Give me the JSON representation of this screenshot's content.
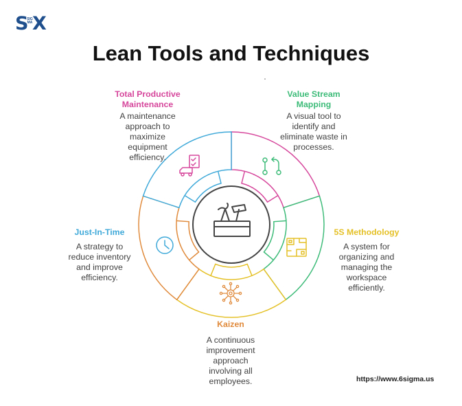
{
  "logo": {
    "s": "S",
    "sigma": "SIGMA",
    "x": "X"
  },
  "title": "Lean Tools and Techniques",
  "url": "https://www.6sigma.us",
  "colors": {
    "tpm": "#d6479c",
    "vsm": "#3dbb78",
    "fives": "#e5c128",
    "kaizen": "#e08a3c",
    "jit": "#3fa9d9",
    "center": "#444444"
  },
  "segments": [
    {
      "key": "tpm",
      "title": "Total Productive Maintenance",
      "title_lines": [
        "Total Productive",
        "Maintenance"
      ],
      "desc_lines": [
        "A maintenance",
        "approach to",
        "maximize",
        "equipment",
        "efficiency."
      ],
      "icon": "truck-checklist-icon"
    },
    {
      "key": "vsm",
      "title": "Value Stream Mapping",
      "title_lines": [
        "Value Stream",
        "Mapping"
      ],
      "desc_lines": [
        "A visual tool to",
        "identify and",
        "eliminate waste in",
        "processes."
      ],
      "icon": "flow-path-icon"
    },
    {
      "key": "fives",
      "title": "5S Methodology",
      "title_lines": [
        "5S Methodology"
      ],
      "desc_lines": [
        "A system for",
        "organizing and",
        "managing the",
        "workspace",
        "efficiently."
      ],
      "icon": "floor-plan-icon"
    },
    {
      "key": "kaizen",
      "title": "Kaizen",
      "title_lines": [
        "Kaizen"
      ],
      "desc_lines": [
        "A continuous",
        "improvement",
        "approach",
        "involving all",
        "employees."
      ],
      "icon": "gear-network-icon"
    },
    {
      "key": "jit",
      "title": "Just-In-Time",
      "title_lines": [
        "Just-In-Time"
      ],
      "desc_lines": [
        "A strategy to",
        "reduce inventory",
        "and improve",
        "efficiency."
      ],
      "icon": "clock-icon"
    }
  ],
  "center_icon": "toolbox-icon"
}
